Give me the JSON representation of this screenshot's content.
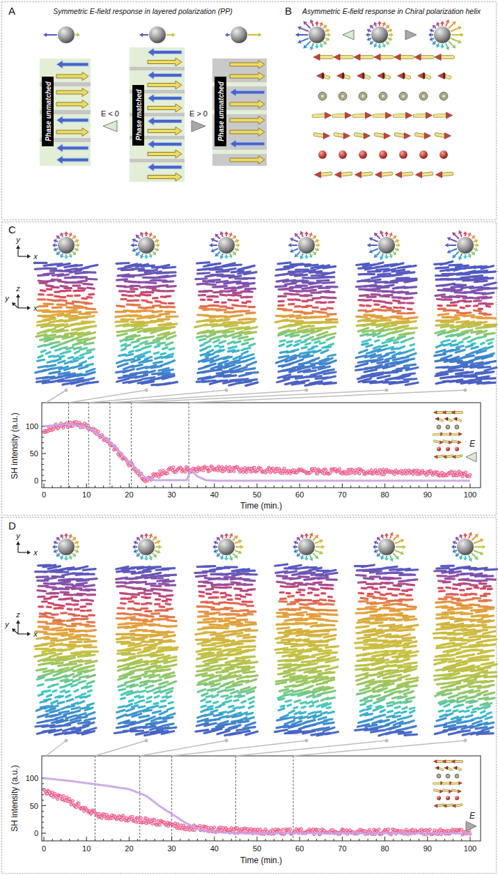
{
  "diagram": {
    "nodes": [
      {
        "text": [
          "Phase unmatched"
        ]
      },
      {
        "text": [
          "Phase matched"
        ]
      },
      {
        "text": [
          "Phase unmatched"
        ]
      }
    ],
    "labels": [
      "A",
      "Symmetric E-field response in layered polarization (PP)",
      "E < 0",
      "E > 0",
      "B",
      "Asymmetric E-field response in Chiral polarization helix",
      "C",
      "y",
      "x",
      "z",
      "y",
      "x",
      "SH intensity (a.u.)",
      "100",
      "50",
      "0",
      "0",
      "10",
      "20",
      "30",
      "40",
      "50",
      "60",
      "70",
      "80",
      "90",
      "100",
      "Time (min.)",
      "E",
      "D",
      "y",
      "x",
      "z",
      "y",
      "x",
      "SH intensity (a.u.)",
      "100",
      "50",
      "0",
      "0",
      "10",
      "20",
      "30",
      "40",
      "50",
      "60",
      "70",
      "80",
      "90",
      "100",
      "Time (min.)",
      "E"
    ]
  }
}
